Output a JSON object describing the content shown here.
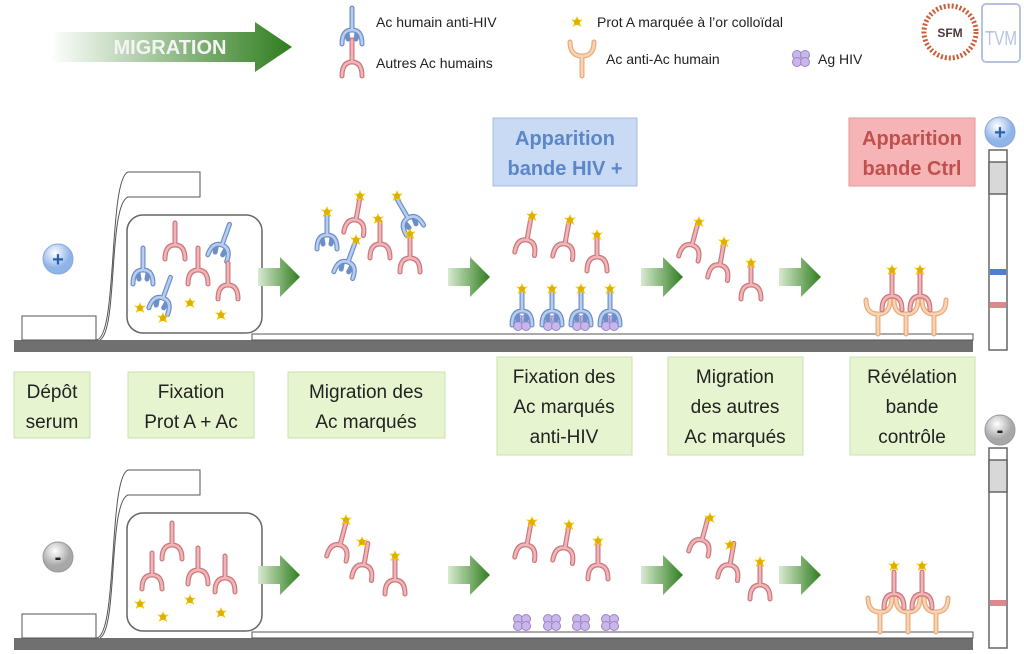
{
  "header": {
    "migration_label": "MIGRATION"
  },
  "legend": {
    "anti_hiv": "Ac humain anti-HIV",
    "other_ac": "Autres Ac humains",
    "prot_a": "Prot A marquée à l’or colloïdal",
    "anti_ac": "Ac anti-Ac humain",
    "ag_hiv": "Ag HIV"
  },
  "logos": {
    "sfm": "SFM",
    "tvm": "TVM"
  },
  "titles": {
    "hiv": [
      "Apparition",
      "bande HIV +"
    ],
    "ctrl": [
      "Apparition",
      "bande Ctrl"
    ]
  },
  "signs": {
    "positive": "+",
    "negative": "-"
  },
  "steps": [
    [
      "Dépôt",
      "serum"
    ],
    [
      "Fixation",
      "Prot A + Ac"
    ],
    [
      "Migration des",
      "Ac marqués"
    ],
    [
      "Fixation des",
      "Ac marqués",
      "anti-HIV"
    ],
    [
      "Migration",
      "des autres",
      "Ac marqués"
    ],
    [
      "Révélation",
      "bande",
      "contrôle"
    ]
  ],
  "colors": {
    "anti_hiv": "#8fb0e0",
    "other_ac": "#e6a0a4",
    "anti_ac": "#f3c49a",
    "gold": "#f2c800",
    "ag": "#c9b6ea",
    "green_box": "#e6f5d0",
    "arrow": "#3e8e2a"
  }
}
